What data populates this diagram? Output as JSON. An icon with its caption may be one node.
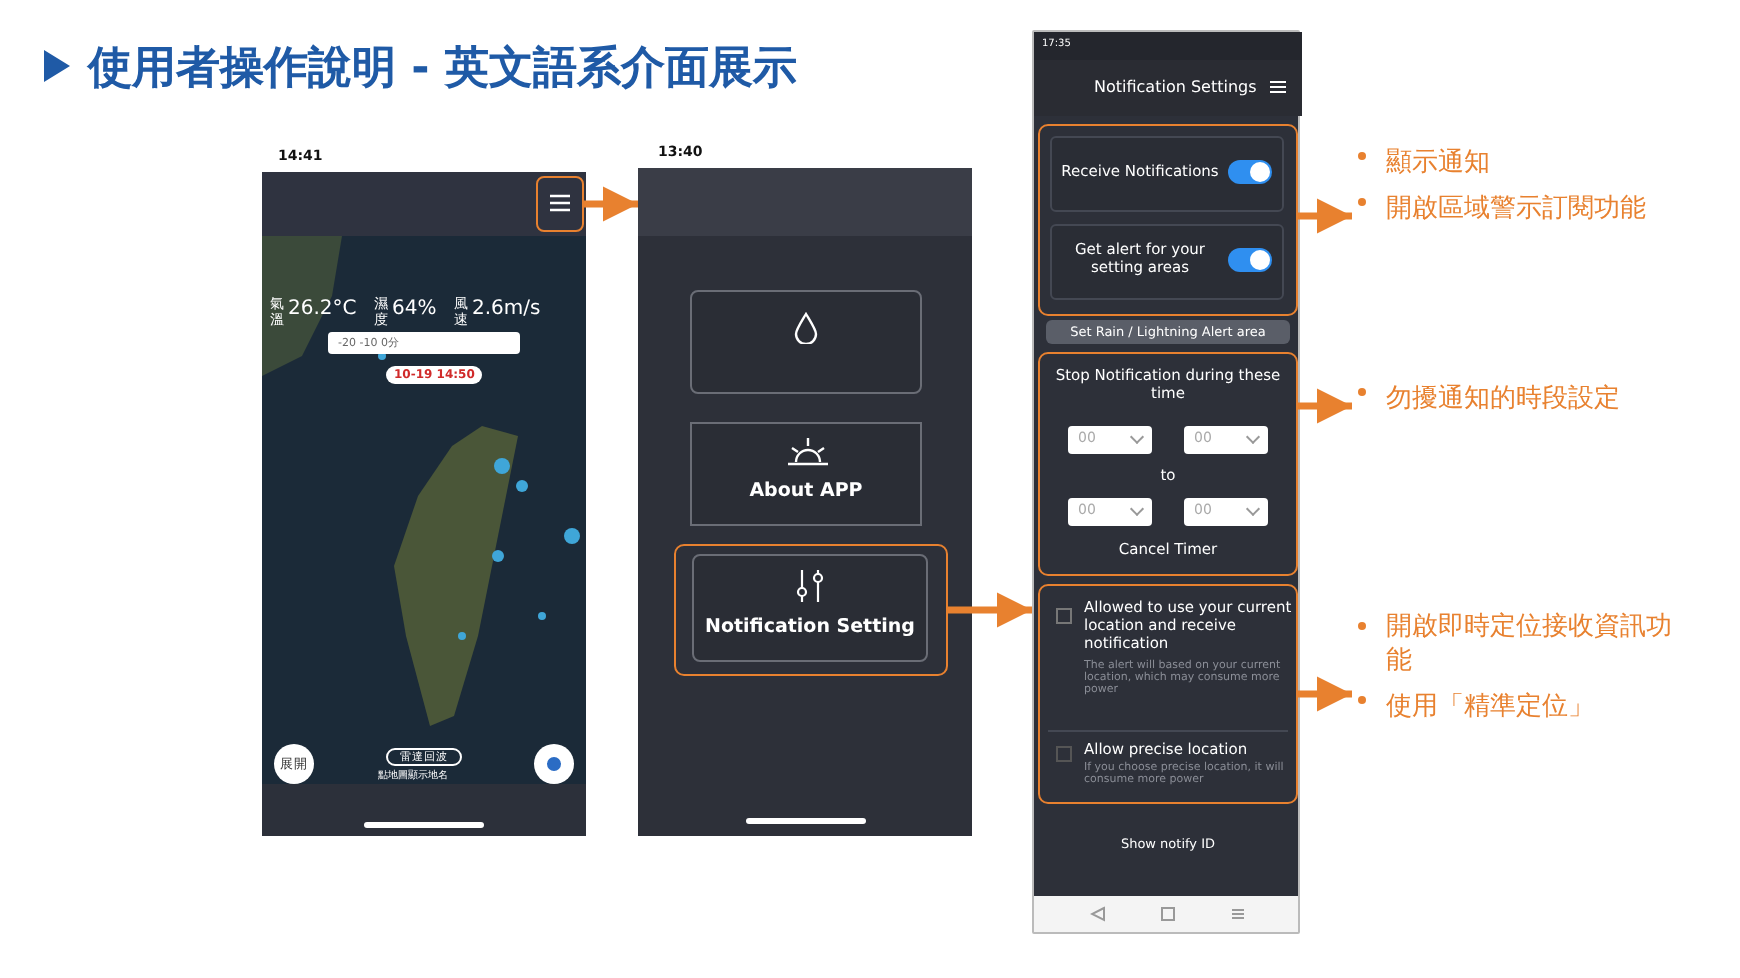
{
  "diagram": {
    "title": "使用者操作說明 - 英文語系介面展示",
    "nodes": [
      {
        "text": [],
        "shape": "box"
      },
      {
        "text": [],
        "shape": "box"
      },
      {
        "text": [],
        "shape": "box",
        "in": 1
      },
      {
        "text": [
          "About APP"
        ],
        "in": 1
      },
      {
        "text": [
          "Notification Setting"
        ],
        "in": 1
      },
      {
        "text": [],
        "shape": "box"
      },
      {
        "text": [
          "Receive Notifications",
          "Get alert for your setting areas"
        ],
        "in": 5
      },
      {
        "text": [
          "Stop Notification during these time",
          "00",
          "00",
          "to",
          "00",
          "00",
          "Cancel Timer"
        ],
        "in": 5
      },
      {
        "text": [
          "Allowed to use your current location and receive notification",
          "The alert will based on your current location, which may consume more power",
          "Allow precise location",
          "If you choose precise location, it will consume more power"
        ],
        "in": 5
      },
      {
        "text": [
          "顯示通知",
          "開啟區域警示訂閱功能"
        ]
      },
      {
        "text": [
          "勿擾通知的時段設定"
        ]
      },
      {
        "text": [
          "開啟即時定位接收資訊功能",
          "使用「精準定位」"
        ]
      }
    ],
    "edges": [
      {
        "from": 0,
        "to": 1,
        "arrow": "to"
      },
      {
        "from": 4,
        "to": 5,
        "arrow": "to"
      },
      {
        "from": 6,
        "to": 9,
        "arrow": "to"
      },
      {
        "from": 7,
        "to": 10,
        "arrow": "to"
      },
      {
        "from": 8,
        "to": 11,
        "arrow": "to"
      }
    ],
    "labels": [
      "14:41",
      "氣溫",
      "26.2°C",
      "濕度",
      "64%",
      "風速",
      "2.6m/s",
      "-20 -10 0分",
      "10-19 14:50",
      "展開",
      "雷達回波",
      "點地圖顯示地名",
      "13:40",
      "17:35",
      "Notification Settings",
      "Set Rain / Lightning Alert area",
      "Show notify ID"
    ]
  }
}
